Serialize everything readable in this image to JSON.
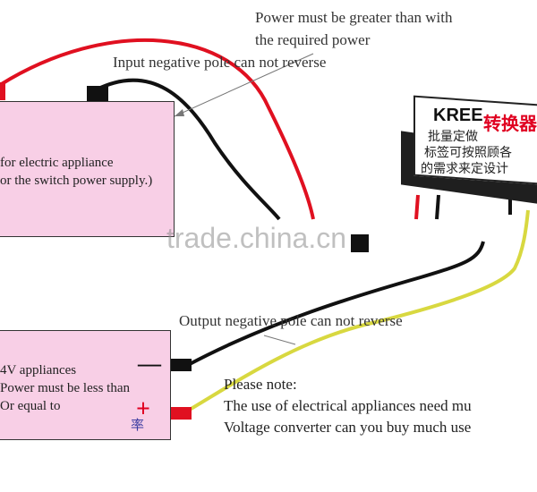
{
  "annotations": {
    "power_line1": "Power must be greater than with",
    "power_line2": "the required power",
    "input_negative": "Input negative pole can not reverse",
    "output_negative": "Output negative pole can not reverse"
  },
  "power_supply_box": {
    "line1": "for electric appliance",
    "line2": "or the switch power supply.)"
  },
  "appliance_box": {
    "line1": "4V appliances",
    "line2": "Power must be less than",
    "line3": "Or equal to",
    "label_zh": "率",
    "plus_symbol": "+",
    "minus_symbol": "—"
  },
  "converter": {
    "brand": "KREE",
    "title_zh": "转换器",
    "line1_zh": "批量定做",
    "line2_zh": "标签可按照顾各",
    "line3_zh": "的需求来定设计"
  },
  "note": {
    "heading": "Please note:",
    "line1": "The use of electrical appliances need mu",
    "line2": "Voltage converter can you buy much use"
  },
  "watermark": "trade.china.cn",
  "colors": {
    "box_fill": "#f8cfe6",
    "positive_wire": "#e01020",
    "negative_wire": "#111111",
    "output_positive_wire": "#d8d840",
    "accent_red": "#e00020"
  }
}
